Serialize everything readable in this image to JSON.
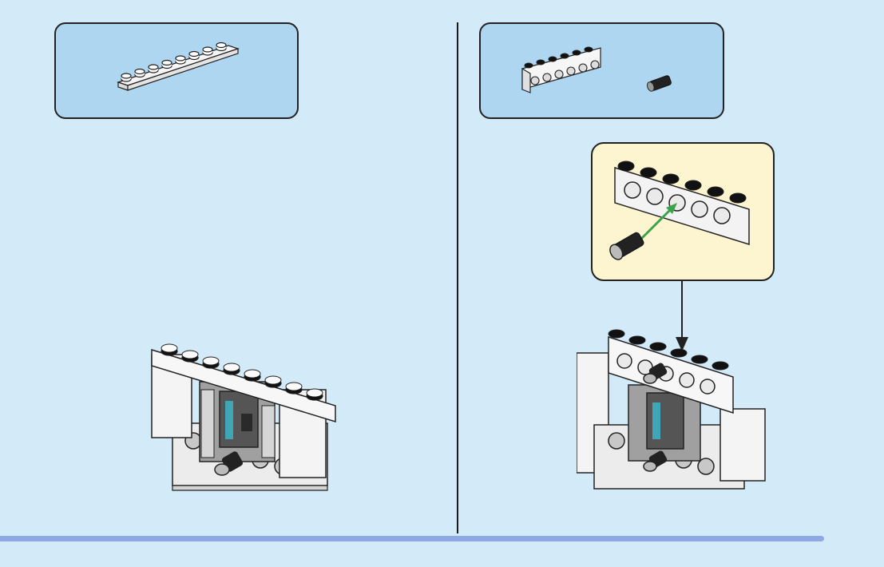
{
  "steps": [
    {
      "parts": [
        "1x8-plate-white"
      ],
      "model": "assembly-stage-1"
    },
    {
      "parts": [
        "1x6-technic-brick-white",
        "axle-pin-black"
      ],
      "callout": "insert-pin-into-brick",
      "model": "assembly-stage-2"
    }
  ],
  "colors": {
    "page_bg": "#d3ebf9",
    "parts_panel": "#aed6f1",
    "callout_panel": "#fdf5cf",
    "brick_white": "#f3f3f3",
    "pin_black": "#222222",
    "insert_arrow": "#3aa34a",
    "footer_bar": "#8fa9e4"
  }
}
